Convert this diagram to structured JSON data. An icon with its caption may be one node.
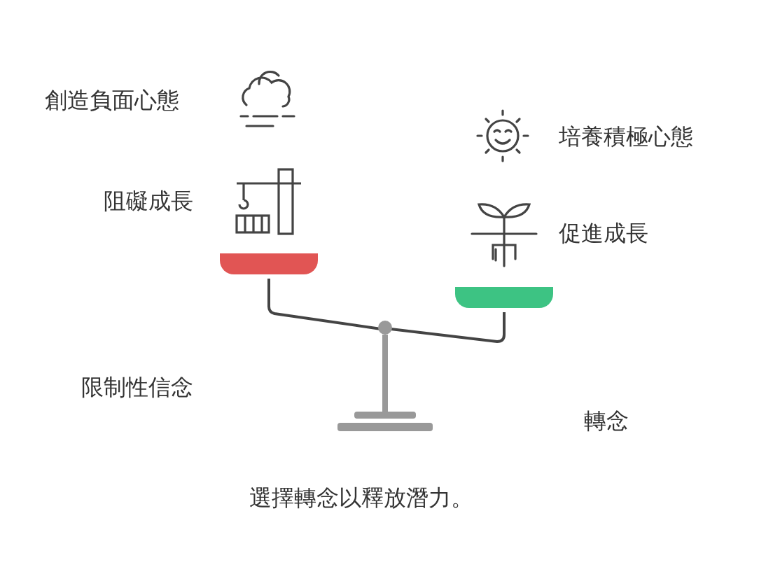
{
  "diagram": {
    "caption": "選擇轉念以釋放潛力。",
    "labels": [
      "創造負面心態",
      "培養積極心態",
      "阻礙成長",
      "促進成長",
      "限制性信念",
      "轉念"
    ]
  }
}
